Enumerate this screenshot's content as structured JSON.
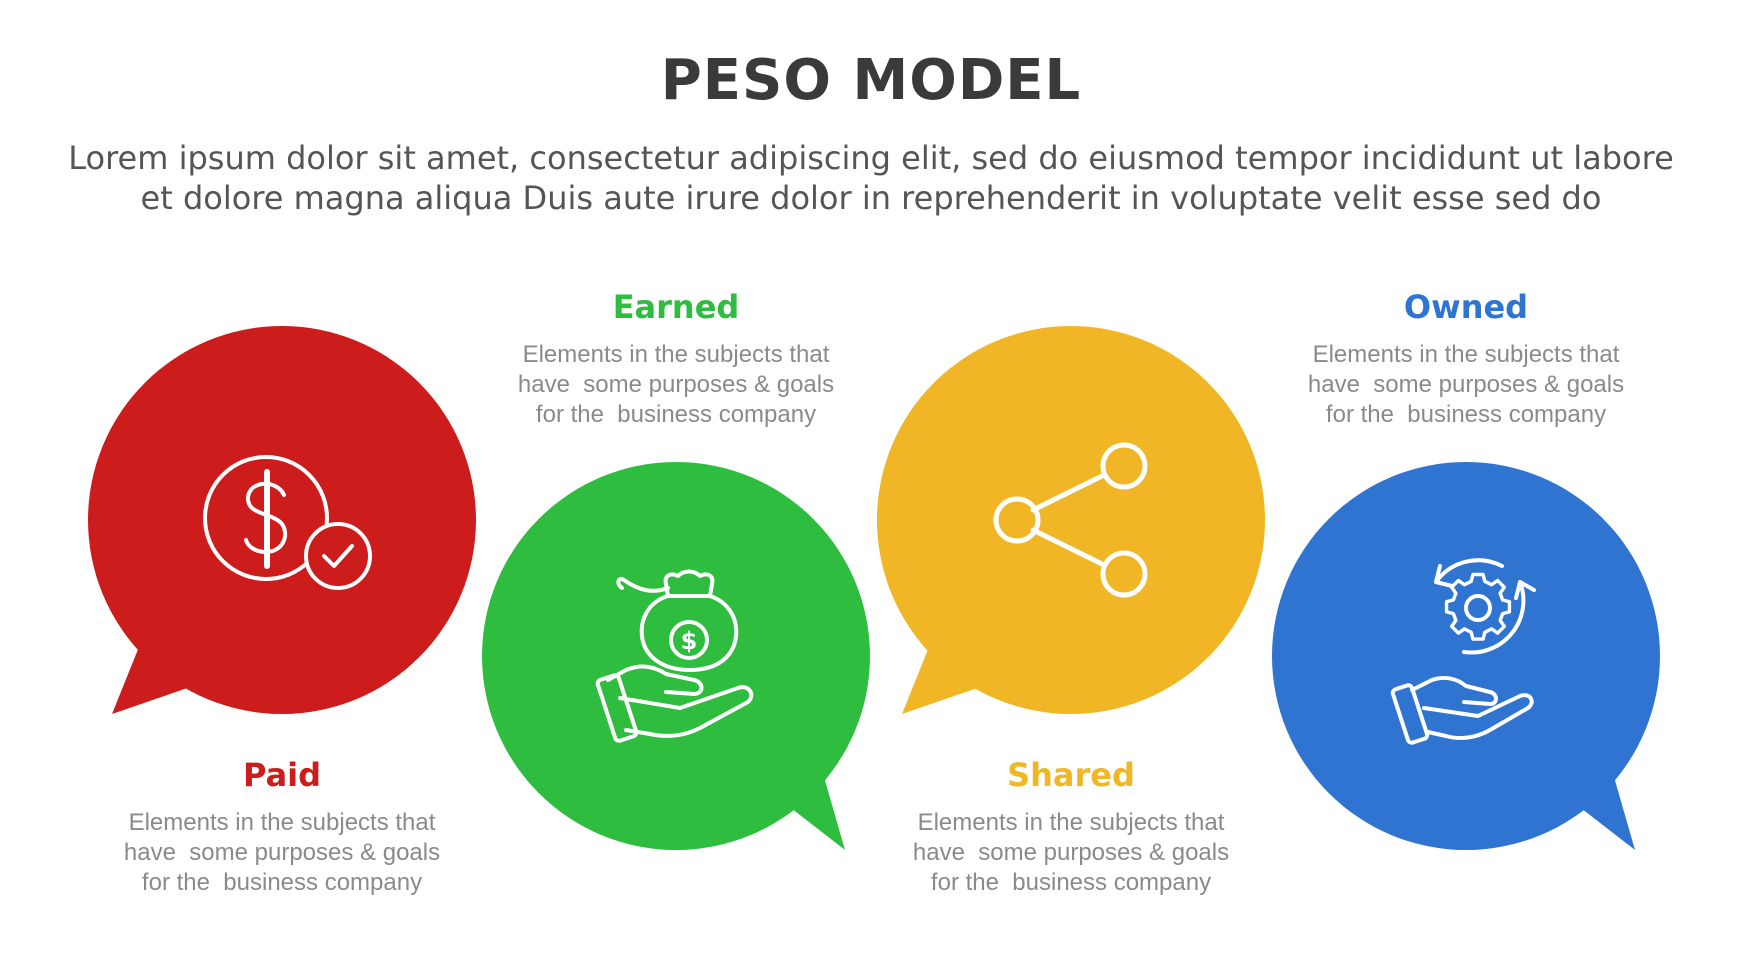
{
  "title": "PESO MODEL",
  "subtitle": {
    "line1": "Lorem ipsum dolor sit amet, consectetur adipiscing elit, sed do eiusmod tempor incididunt ut labore",
    "line2": "et dolore magna aliqua Duis aute irure dolor in reprehenderit in voluptate velit esse sed do"
  },
  "items": [
    {
      "label": "Paid",
      "color": "#cc1c1c",
      "icon": "dollar-check-icon",
      "desc": [
        "Elements in the subjects that",
        "have  some purposes & goals",
        "for the  business company"
      ]
    },
    {
      "label": "Earned",
      "color": "#2ebd3f",
      "icon": "money-bag-hand-icon",
      "desc": [
        "Elements in the subjects that",
        "have  some purposes & goals",
        "for the  business company"
      ]
    },
    {
      "label": "Shared",
      "color": "#f0b625",
      "icon": "share-icon",
      "desc": [
        "Elements in the subjects that",
        "have  some purposes & goals",
        "for the  business company"
      ]
    },
    {
      "label": "Owned",
      "color": "#2f74d1",
      "icon": "gear-hand-icon",
      "desc": [
        "Elements in the subjects that",
        "have  some purposes & goals",
        "for the  business company"
      ]
    }
  ]
}
